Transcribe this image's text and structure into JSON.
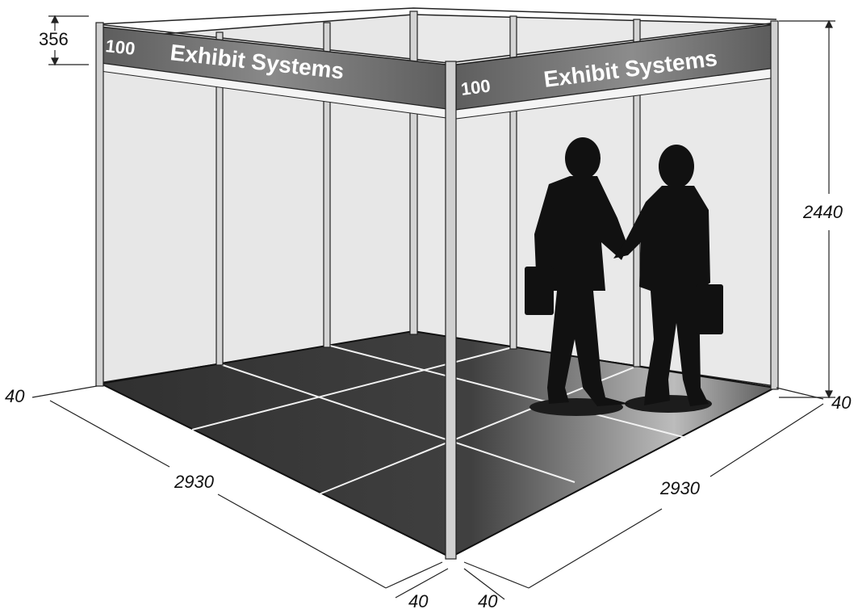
{
  "left_fascia": {
    "number": "100",
    "company": "Exhibit Systems"
  },
  "right_fascia": {
    "number": "100",
    "company": "Exhibit Systems"
  },
  "dimensions": {
    "fascia_height": "356",
    "wall_height": "2440",
    "left_width": "2930",
    "right_width": "2930",
    "post_left": "40",
    "post_right": "40",
    "post_front_left": "40",
    "post_front_right": "40"
  },
  "colors": {
    "panel": "#e6e6e6",
    "fascia": "#6a6a6a",
    "floor_dark": "#2e2e2e",
    "floor_light": "#bdbdbd",
    "frame": "#cfcfcf",
    "silhouette": "#111111"
  },
  "figures": [
    "businessman-left-icon",
    "businessman-right-icon"
  ]
}
